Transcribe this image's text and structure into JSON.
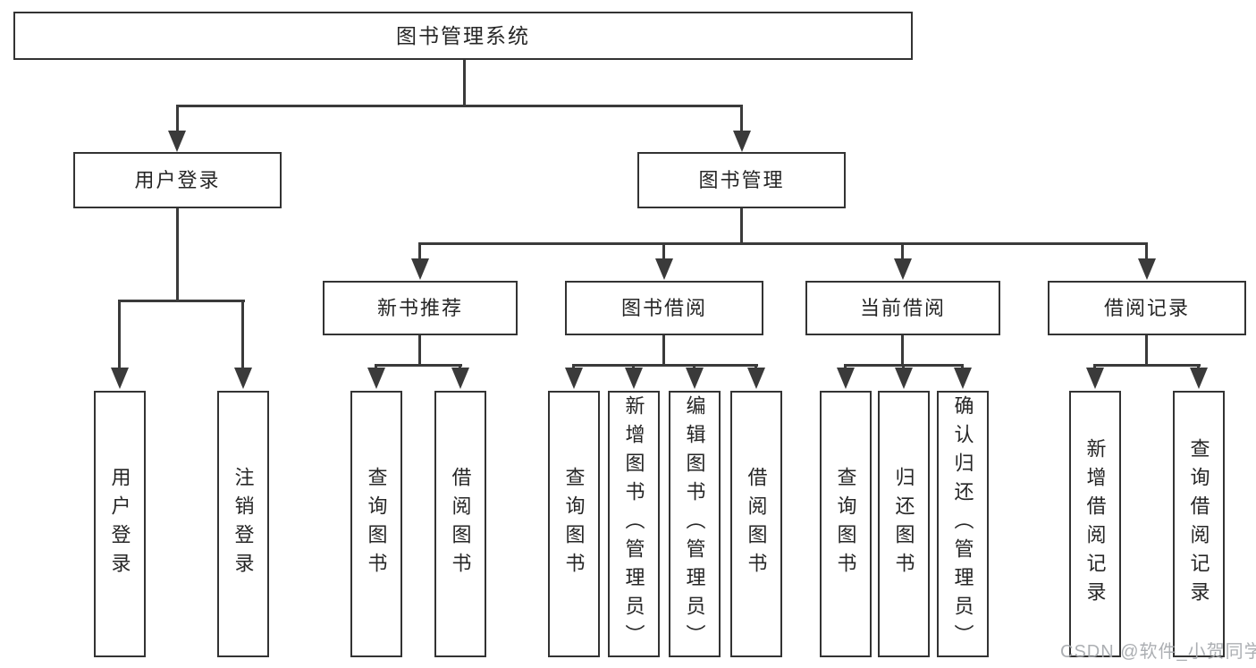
{
  "diagram": {
    "title": "图书管理系统",
    "level2": {
      "user_login": "用户登录",
      "book_mgmt": "图书管理"
    },
    "level3": {
      "new_book_rec": "新书推荐",
      "book_borrow": "图书借阅",
      "current_borrow": "当前借阅",
      "borrow_records": "借阅记录"
    },
    "leaves": {
      "user_login": [
        "用户登录",
        "注销登录"
      ],
      "new_book_rec": [
        "查询图书",
        "借阅图书"
      ],
      "book_borrow": [
        "查询图书",
        "新增图书（管理员）",
        "编辑图书（管理员）",
        "借阅图书"
      ],
      "current_borrow": [
        "查询图书",
        "归还图书",
        "确认归还（管理员）"
      ],
      "borrow_records": [
        "新增借阅记录",
        "查询借阅记录"
      ]
    }
  },
  "watermark": {
    "text": "CSDN @软件_小贺同学"
  },
  "colors": {
    "line": "#3a3a3a",
    "border": "#333333",
    "text": "#262626",
    "watermark": "#a6a9ad",
    "background": "#ffffff"
  }
}
